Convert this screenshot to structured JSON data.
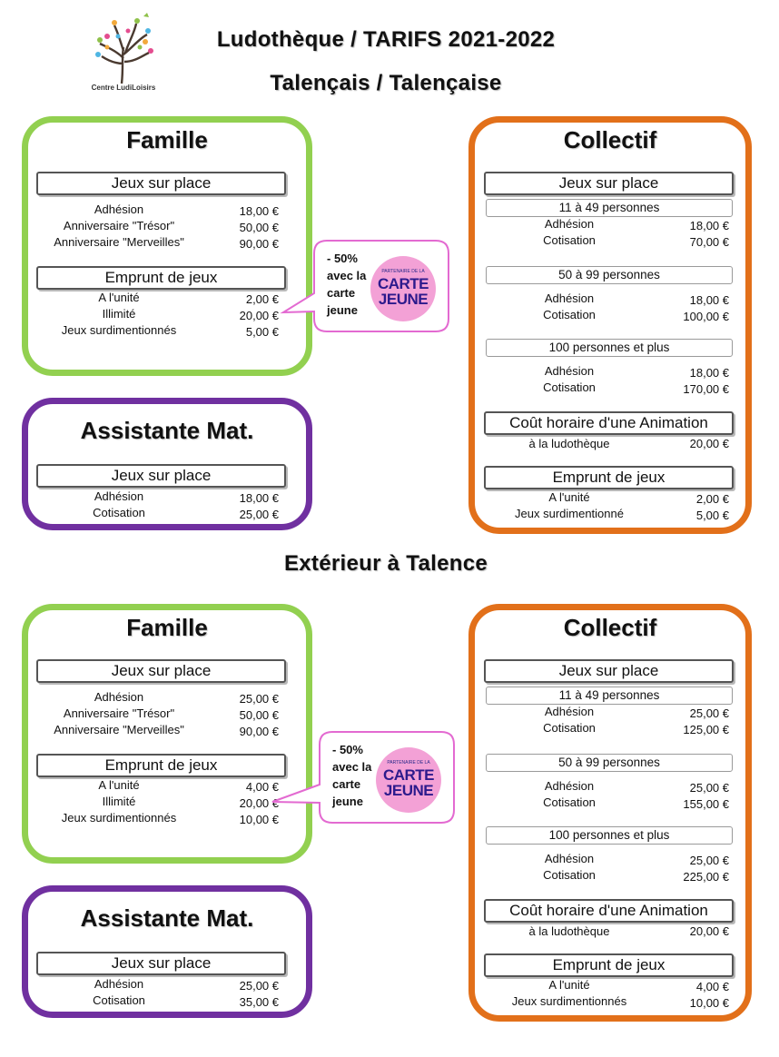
{
  "header": {
    "logo_text": "Centre LudiLoisirs",
    "title": "Ludothèque /  TARIFS 2021-2022",
    "subtitle": "Talençais / Talençaise"
  },
  "mid_title": "Extérieur à Talence",
  "colors": {
    "famille": "#92d050",
    "collectif": "#e2701a",
    "assistante": "#7030a0",
    "bubble": "#e36ad1",
    "badge": "#f3a1d6"
  },
  "bubble": {
    "line1": "- 50%",
    "line2": "avec la",
    "line3": "carte",
    "line4": "jeune",
    "badge_small": "PARTENAIRE DE LA",
    "badge_line1": "CARTE",
    "badge_line2": "JEUNE"
  },
  "top": {
    "famille": {
      "title": "Famille",
      "s1": "Jeux sur place",
      "rows1": [
        {
          "label": "Adhésion",
          "value": "18,00 €"
        },
        {
          "label": "Anniversaire \"Trésor\"",
          "value": "50,00 €"
        },
        {
          "label": "Anniversaire \"Merveilles\"",
          "value": "90,00 €"
        }
      ],
      "s2": "Emprunt de jeux",
      "rows2": [
        {
          "label": "A l'unité",
          "value": "2,00 €"
        },
        {
          "label": "Illimité",
          "value": "20,00 €"
        },
        {
          "label": "Jeux surdimentionnés",
          "value": "5,00 €"
        }
      ]
    },
    "assistante": {
      "title": "Assistante Mat.",
      "s1": "Jeux sur place",
      "rows": [
        {
          "label": "Adhésion",
          "value": "18,00 €"
        },
        {
          "label": "Cotisation",
          "value": "25,00 €"
        }
      ]
    },
    "collectif": {
      "title": "Collectif",
      "s1": "Jeux sur place",
      "g1": "11 à 49 personnes",
      "g1rows": [
        {
          "label": "Adhésion",
          "value": "18,00 €"
        },
        {
          "label": "Cotisation",
          "value": "70,00 €"
        }
      ],
      "g2": "50 à 99 personnes",
      "g2rows": [
        {
          "label": "Adhésion",
          "value": "18,00 €"
        },
        {
          "label": "Cotisation",
          "value": "100,00 €"
        }
      ],
      "g3": "100 personnes et plus",
      "g3rows": [
        {
          "label": "Adhésion",
          "value": "18,00 €"
        },
        {
          "label": "Cotisation",
          "value": "170,00 €"
        }
      ],
      "s2": "Coût horaire d'une Animation",
      "s2row": {
        "label": "à la ludothèque",
        "value": "20,00 €"
      },
      "s3": "Emprunt de jeux",
      "s3rows": [
        {
          "label": "A l'unité",
          "value": "2,00 €"
        },
        {
          "label": "Jeux surdimentionné",
          "value": "5,00 €"
        }
      ]
    }
  },
  "bottom": {
    "famille": {
      "title": "Famille",
      "s1": "Jeux sur place",
      "rows1": [
        {
          "label": "Adhésion",
          "value": "25,00 €"
        },
        {
          "label": "Anniversaire \"Trésor\"",
          "value": "50,00 €"
        },
        {
          "label": "Anniversaire \"Merveilles\"",
          "value": "90,00 €"
        }
      ],
      "s2": "Emprunt de jeux",
      "rows2": [
        {
          "label": "A l'unité",
          "value": "4,00 €"
        },
        {
          "label": "Illimité",
          "value": "20,00 €"
        },
        {
          "label": "Jeux surdimentionnés",
          "value": "10,00 €"
        }
      ]
    },
    "assistante": {
      "title": "Assistante Mat.",
      "s1": "Jeux sur place",
      "rows": [
        {
          "label": "Adhésion",
          "value": "25,00 €"
        },
        {
          "label": "Cotisation",
          "value": "35,00 €"
        }
      ]
    },
    "collectif": {
      "title": "Collectif",
      "s1": "Jeux sur place",
      "g1": "11 à 49 personnes",
      "g1rows": [
        {
          "label": "Adhésion",
          "value": "25,00 €"
        },
        {
          "label": "Cotisation",
          "value": "125,00 €"
        }
      ],
      "g2": "50 à 99 personnes",
      "g2rows": [
        {
          "label": "Adhésion",
          "value": "25,00 €"
        },
        {
          "label": "Cotisation",
          "value": "155,00 €"
        }
      ],
      "g3": "100 personnes et plus",
      "g3rows": [
        {
          "label": "Adhésion",
          "value": "25,00 €"
        },
        {
          "label": "Cotisation",
          "value": "225,00 €"
        }
      ],
      "s2": "Coût horaire d'une Animation",
      "s2row": {
        "label": "à la ludothèque",
        "value": "20,00 €"
      },
      "s3": "Emprunt de jeux",
      "s3rows": [
        {
          "label": "A l'unité",
          "value": "4,00 €"
        },
        {
          "label": "Jeux surdimentionnés",
          "value": "10,00 €"
        }
      ]
    }
  }
}
